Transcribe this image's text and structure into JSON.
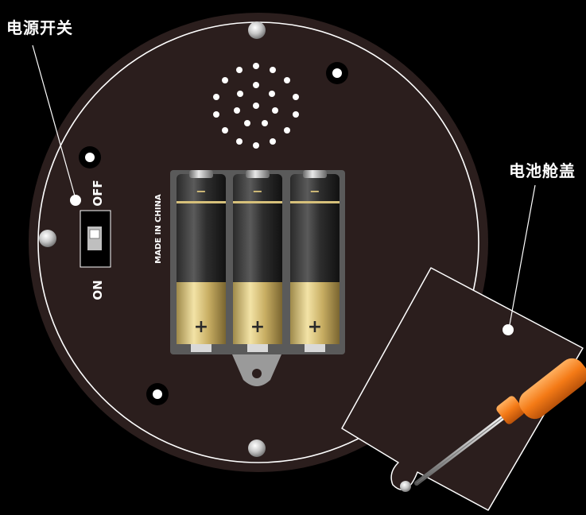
{
  "labels": {
    "power_switch": "电源开关",
    "battery_cover": "电池舱盖",
    "switch_off": "OFF",
    "switch_on": "ON",
    "made_in": "MADE IN CHINA"
  },
  "batteries": [
    {
      "positive": "+",
      "negative": "−"
    },
    {
      "positive": "+",
      "negative": "−"
    },
    {
      "positive": "+",
      "negative": "−"
    }
  ],
  "colors": {
    "background": "#000000",
    "housing": "#2b1e1d",
    "outline": "#ffffff",
    "battery_gold": "#d6c07a",
    "screwdriver_handle": "#f47a16"
  },
  "icons": [
    "speaker-grille-icon",
    "screw-icon",
    "slide-switch-icon",
    "battery-icon",
    "screwdriver-icon"
  ]
}
